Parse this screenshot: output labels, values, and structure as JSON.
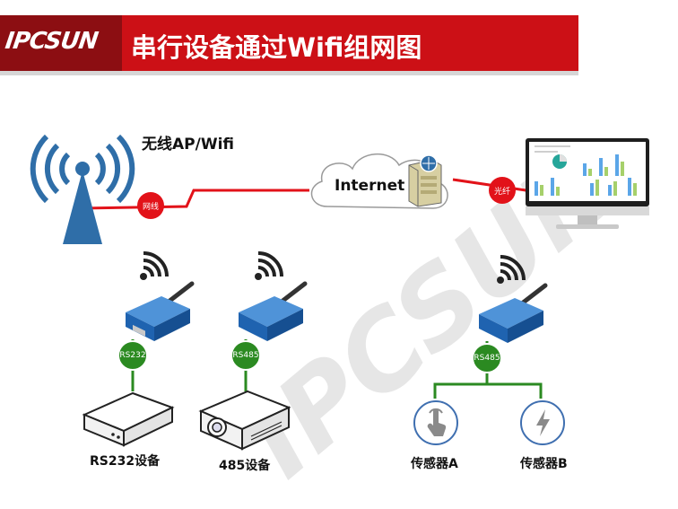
{
  "header": {
    "logo_text": "IPCSUN",
    "title": "串行设备通过Wifi组网图"
  },
  "watermark": "IPCSUN",
  "nodes": {
    "ap_label": "无线AP/Wifi",
    "internet_label": "Internet",
    "rs232_device_label": "RS232设备",
    "rs485_device_label": "485设备",
    "sensor_a_label": "传感器A",
    "sensor_b_label": "传感器B"
  },
  "link_tags": {
    "wan": "网线",
    "fiber": "光纤",
    "rs232": "RS232",
    "rs485_left": "RS485",
    "rs485_right": "RS485"
  },
  "colors": {
    "banner_red": "#cc1016",
    "banner_dark": "#8c0e12",
    "link_red": "#e21219",
    "bus_green": "#2b8a21",
    "ap_blue": "#2f6ea8",
    "module_blue": "#1f63b0"
  },
  "icons": {
    "ap": "wireless-ap-tower-icon",
    "cloud": "internet-cloud-icon",
    "server": "server-icon",
    "monitor": "monitor-dashboard-icon",
    "module": "serial-wifi-module-icon",
    "wifi": "wifi-signal-icon",
    "rs232_device": "box-device-icon",
    "rs485_device": "projector-icon",
    "sensor_a": "touch-sensor-icon",
    "sensor_b": "lightning-sensor-icon"
  }
}
